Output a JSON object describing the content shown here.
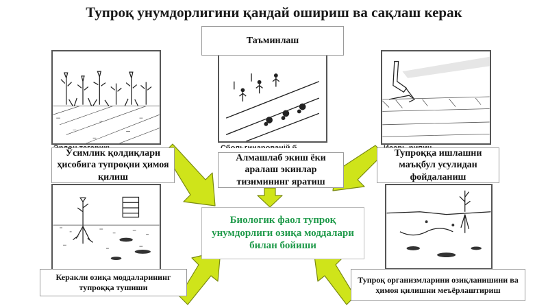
{
  "title": "Тупроқ унумдорлигини қандай ошириш ва сақлаш керак",
  "boxes": {
    "top_center": "Таъминлаш",
    "left_mid": "Ўсимлик қолдиқлари ҳисобига тупроқни ҳимоя қилиш",
    "center_mid": "Алмашлаб экиш ёки аралаш экинлар тизимининг яратиш",
    "right_mid": "Тупроққа ишлашни маъқбул усулидан фойдаланиш",
    "center_main": "Биологик фаол тупроқ унумдорлиги озиқа моддалари билан бойиши",
    "left_bottom": "Керакли озиқа моддаларининг тупроққа тушиши",
    "right_bottom": "Тупроқ организмларини озиқланишини ва ҳимоя қилишни меъёрлаштириш"
  },
  "partial_captions": {
    "left": "Эрдон тағарикь ...",
    "center": "Сбольгинарованій б",
    "right": "Исарь рипин"
  },
  "colors": {
    "arrow_fill": "#cfe41a",
    "arrow_stroke": "#7a8a12",
    "main_text": "#1f9a4a"
  }
}
